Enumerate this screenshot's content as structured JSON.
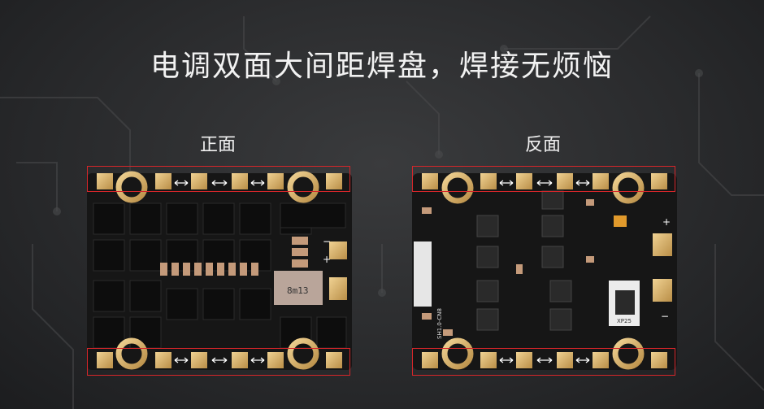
{
  "header": {
    "title": "电调双面大间距焊盘，焊接无烦恼"
  },
  "views": {
    "front_label": "正面",
    "back_label": "反面"
  },
  "colors": {
    "background": "#2a2b2d",
    "pcb": "#1a1a1a",
    "pad_gold": "#d9b472",
    "highlight": "#d6262a",
    "arrow": "#ffffff"
  },
  "board_marks": {
    "front_chip_text": "8m13",
    "back_connector_text": "SH1.0-CN8",
    "back_regulator_text": "XP25",
    "plus": "+",
    "minus": "−"
  }
}
